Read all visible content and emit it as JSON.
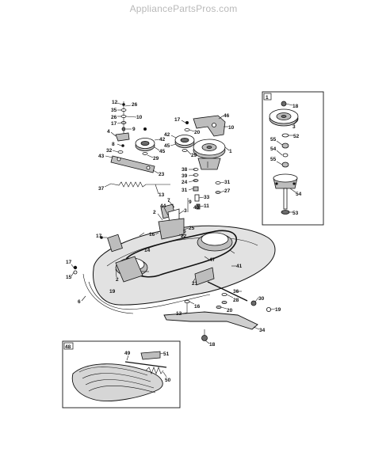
{
  "site": {
    "watermark": "AppliancePartsPros.com"
  },
  "diagram": {
    "inset_spindle": {
      "tag": "1"
    },
    "inset_shield": {
      "tag": "48"
    },
    "callouts": {
      "c12": "12",
      "c26a": "26",
      "c35": "35",
      "c26b": "26",
      "c10a": "10",
      "c17a": "17",
      "c9a": "9",
      "c4": "4",
      "c8a": "8",
      "c32": "32",
      "c43": "43",
      "c37": "37",
      "c42": "42",
      "c45a": "45",
      "c29a": "29",
      "c23": "23",
      "c13a": "13",
      "c17b": "17",
      "c20": "20",
      "c46": "46",
      "c10b": "10",
      "c42b": "42",
      "c45b": "45",
      "c29b": "29",
      "c38": "38",
      "c39": "39",
      "c24": "24",
      "c31a": "31",
      "c31b": "31",
      "c27": "27",
      "c33": "33",
      "c11": "11",
      "c40": "40",
      "c1": "1",
      "c7": "7",
      "c44": "44",
      "c3a": "3",
      "c25": "25",
      "c22": "22",
      "c5": "5",
      "c2a": "2",
      "c17c": "17",
      "c16a": "16",
      "c47": "47",
      "c14": "14",
      "c41": "41",
      "c17d": "17",
      "c15": "15",
      "c6": "6",
      "c2b": "2",
      "c19a": "19",
      "c21": "21",
      "c36": "36",
      "c30": "30",
      "c28": "28",
      "c19b": "19",
      "c16b": "16",
      "c13b": "13",
      "c20b": "20",
      "c34": "34",
      "c18a": "18",
      "s18": "18",
      "s3": "3",
      "s52": "52",
      "s55a": "55",
      "s54a": "54",
      "s55b": "55",
      "s54b": "54",
      "s53": "53",
      "b49": "49",
      "b51": "51",
      "b50": "50"
    }
  }
}
